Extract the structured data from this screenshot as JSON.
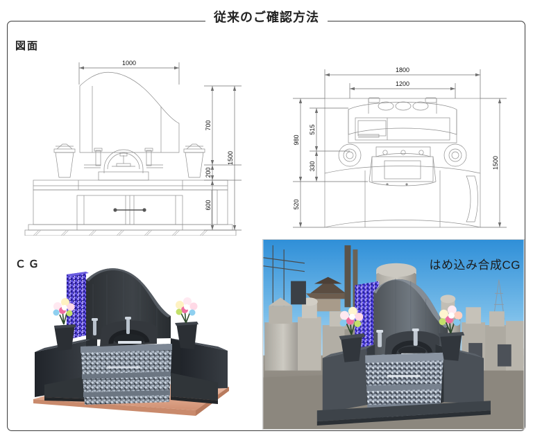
{
  "frame": {
    "legend": "従来のご確認方法"
  },
  "sections": {
    "drawing_label": "図面",
    "cg_label": "ＣＧ",
    "photo_label": "はめ込み合成CG"
  },
  "drawings": {
    "elevation": {
      "name": "front-elevation",
      "dimensions": {
        "width_top": "1000",
        "height_upper": "700",
        "height_middle": "200",
        "height_lower": "600",
        "height_total": "1500"
      }
    },
    "plan": {
      "name": "plan-view",
      "dimensions": {
        "width_outer": "1800",
        "width_inner": "1200",
        "depth_outer": "980",
        "depth_upper": "515",
        "depth_middle": "330",
        "depth_lower": "520",
        "depth_total": "1500"
      }
    }
  },
  "colors": {
    "frame_border": "#3a3a3a",
    "drawing_line": "#8a8a8a",
    "drawing_line_dark": "#555555",
    "text": "#222222",
    "stone_dark": "#3c4043",
    "stone_darker": "#23262a",
    "stone_speckle_blue": "#3b33c8",
    "stone_speckle_gray": "#9aa6b4",
    "base_pink": "#e3a98d",
    "sky": "#6cb4e4"
  }
}
